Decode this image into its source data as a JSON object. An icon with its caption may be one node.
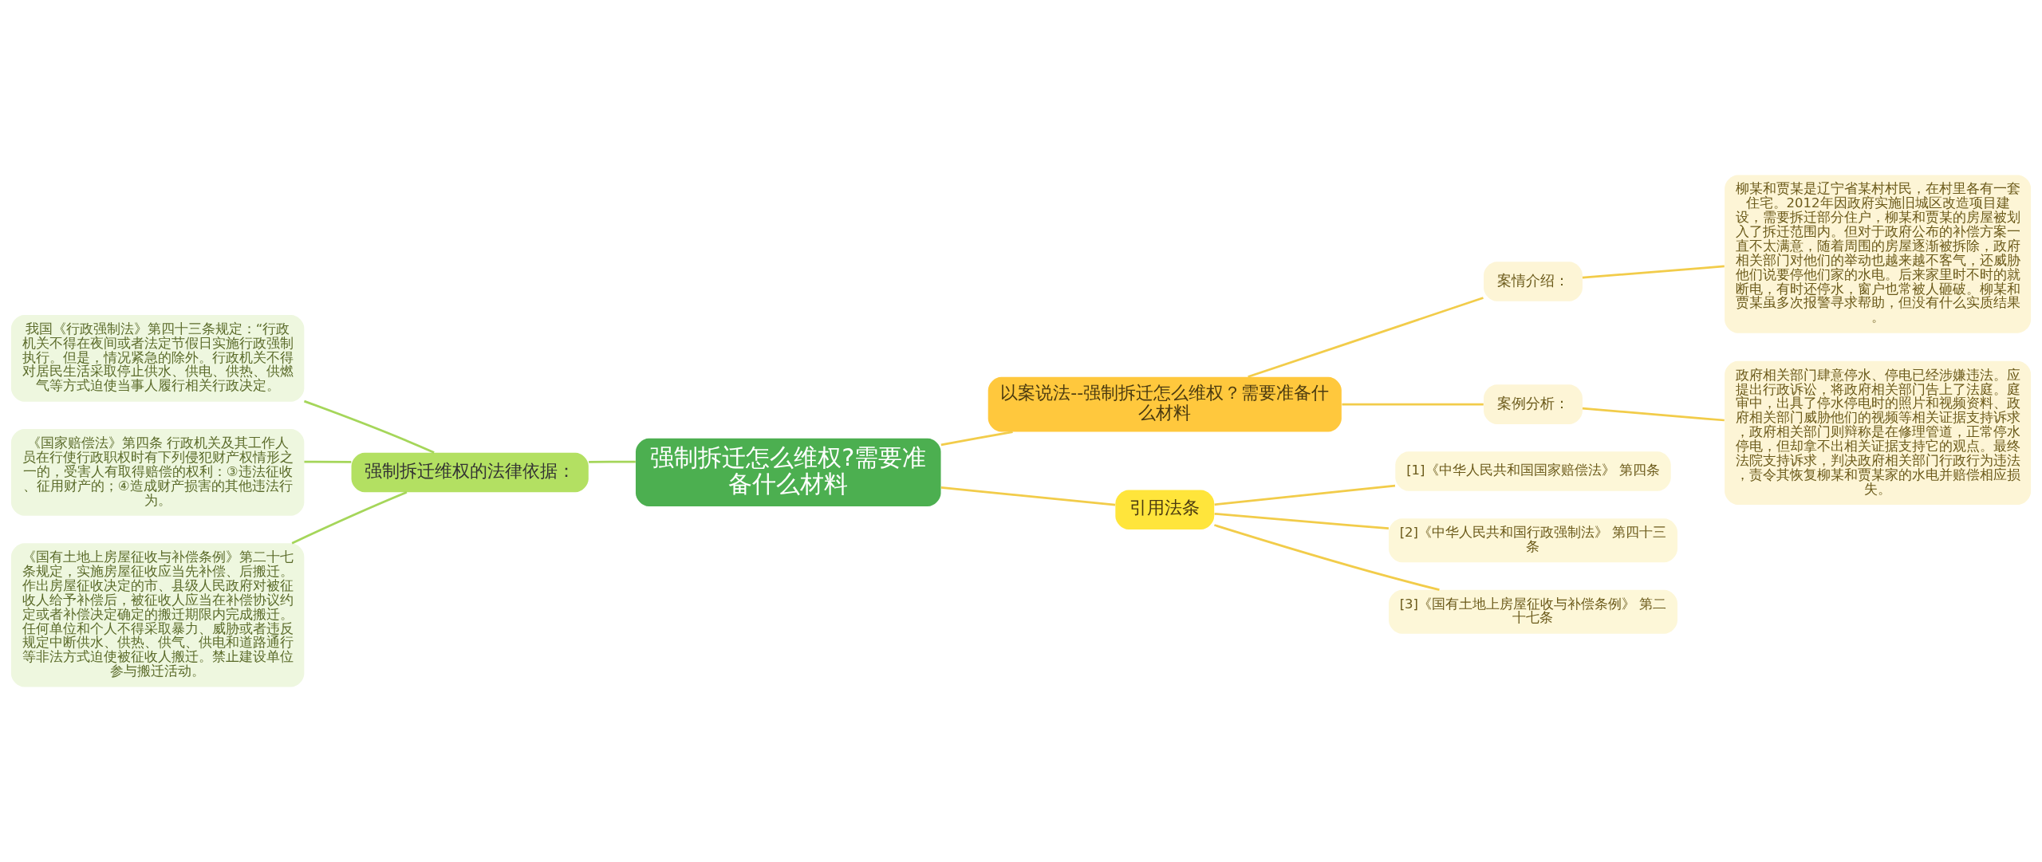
{
  "diagram": {
    "nodes": [
      {
        "text": [
          "强制拆迁怎么维权?需要准备什么材料"
        ]
      },
      {
        "text": [
          "强制拆迁维权的法律依据："
        ]
      },
      {
        "text": [
          "我国《行政强制法》第四十三条规定：“行政机关不得在夜间或者法定节假日实施行政强制执行。但是，情况紧急的除外。行政机关不得对居民生活采取停止供水、供电、供热、供燃气等方式迫使当事人履行相关行政决定。"
        ]
      },
      {
        "text": [
          "《国家赔偿法》第四条 行政机关及其工作人员在行使行政职权时有下列侵犯财产权情形之一的，受害人有取得赔偿的权利：③违法征收、征用财产的；④造成财产损害的其他违法行为。"
        ]
      },
      {
        "text": [
          "《国有土地上房屋征收与补偿条例》第二十七条规定，实施房屋征收应当先补偿、后搬迁。作出房屋征收决定的市、县级人民政府对被征收人给予补偿后，被征收人应当在补偿协议约定或者补偿决定确定的搬迁期限内完成搬迁。任何单位和个人不得采取暴力、威胁或者违反规定中断供水、供热、供气、供电和道路通行等非法方式迫使被征收人搬迁。禁止建设单位参与搬迁活动。"
        ]
      },
      {
        "text": [
          "以案说法--强制拆迁怎么维权？需要准备什么材料"
        ]
      },
      {
        "text": [
          "案情介绍："
        ]
      },
      {
        "text": [
          "柳某和贾某是辽宁省某村村民，在村里各有一套住宅。2012年因政府实施旧城区改造项目建设，需要拆迁部分住户，柳某和贾某的房屋被划入了拆迁范围内。但对于政府公布的补偿方案一直不太满意，随着周围的房屋逐渐被拆除，政府相关部门对他们的举动也越来越不客气，还威胁他们说要停他们家的水电。后来家里时不时的就断电，有时还停水，窗户也常被人砸破。柳某和贾某虽多次报警寻求帮助，但没有什么实质结果。"
        ]
      },
      {
        "text": [
          "案例分析："
        ]
      },
      {
        "text": [
          "政府相关部门肆意停水、停电已经涉嫌违法。应提出行政诉讼，将政府相关部门告上了法庭。庭审中，出具了停水停电时的照片和视频资料、政府相关部门威胁他们的视频等相关证据支持诉求，政府相关部门则辩称是在修理管道，正常停水停电，但却拿不出相关证据支持它的观点。最终法院支持诉求，判决政府相关部门行政行为违法，责令其恢复柳某和贾某家的水电并赔偿相应损失。"
        ]
      },
      {
        "text": [
          "引用法条"
        ]
      },
      {
        "text": [
          "[1]《中华人民共和国国家赔偿法》 第四条"
        ]
      },
      {
        "text": [
          "[2]《中华人民共和国行政强制法》 第四十三条"
        ]
      },
      {
        "text": [
          "[3]《国有土地上房屋征收与补偿条例》 第二十七条"
        ]
      }
    ],
    "edges": [
      {
        "from": 0,
        "to": 1,
        "arrow": "none",
        "color": "#a5d65a"
      },
      {
        "from": 1,
        "to": 2,
        "arrow": "none",
        "color": "#a5d65a"
      },
      {
        "from": 1,
        "to": 3,
        "arrow": "none",
        "color": "#a5d65a"
      },
      {
        "from": 1,
        "to": 4,
        "arrow": "none",
        "color": "#a5d65a"
      },
      {
        "from": 0,
        "to": 5,
        "arrow": "none"
      },
      {
        "from": 5,
        "to": 6,
        "arrow": "none"
      },
      {
        "from": 6,
        "to": 7,
        "arrow": "none"
      },
      {
        "from": 5,
        "to": 8,
        "arrow": "none"
      },
      {
        "from": 8,
        "to": 9,
        "arrow": "none"
      },
      {
        "from": 0,
        "to": 10,
        "arrow": "none"
      },
      {
        "from": 10,
        "to": 11,
        "arrow": "none"
      },
      {
        "from": 10,
        "to": 12,
        "arrow": "none"
      },
      {
        "from": 10,
        "to": 13,
        "arrow": "none"
      }
    ]
  }
}
